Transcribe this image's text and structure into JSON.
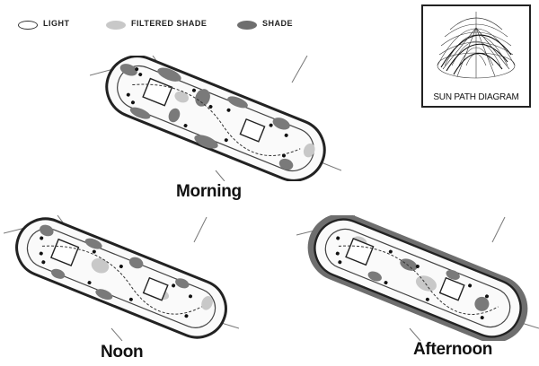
{
  "legend": {
    "items": [
      {
        "label": "LIGHT",
        "color": "#ffffff"
      },
      {
        "label": "FILTERED SHADE",
        "color": "#c8c8c8"
      },
      {
        "label": "SHADE",
        "color": "#6e6e6e"
      }
    ]
  },
  "sun_path": {
    "label": "SUN PATH DIAGRAM"
  },
  "plans": {
    "morning": {
      "title": "Morning"
    },
    "noon": {
      "title": "Noon"
    },
    "afternoon": {
      "title": "Afternoon"
    }
  }
}
